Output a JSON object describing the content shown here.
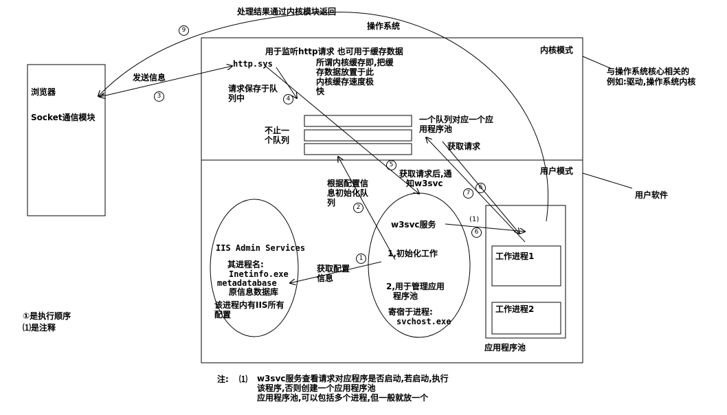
{
  "top_return_label": "处理结果通过内核模块返回",
  "os_title": "操作系统",
  "kernel_mode": "内核模式",
  "user_mode": "用户模式",
  "kernel_note": [
    "与操作系统核心相关的",
    "例如:驱动,操作系统内核"
  ],
  "user_note": "用户软件",
  "browser": {
    "title": "浏览器",
    "socket": "Socket通信模块"
  },
  "send_info": "发送信息",
  "http_listen": "用于监听http请求 也可用于缓存数据",
  "http_sys": "http.sys",
  "kernel_cache_note": [
    "所谓内核缓存即,把缓",
    "存数据放置于此",
    "内核缓存速度极",
    "快"
  ],
  "request_queue": [
    "请求保存于队",
    "列中"
  ],
  "multi_queue": [
    "不止一",
    "个队列"
  ],
  "queue_per_pool": [
    "一个队列对应一个应",
    "用程序池"
  ],
  "get_request": "获取请求",
  "after_get_notify": [
    "获取请求后,通",
    "知w3svc"
  ],
  "init_queue": [
    "根据配置信",
    "息初始化队",
    "列"
  ],
  "w3svc_service": "w3svc服务",
  "w3svc_tasks": {
    "init": "1,初始化工作",
    "manage": [
      "2,用于管理应用",
      "程序池"
    ],
    "host_label": "寄宿于进程:",
    "host_exe": "svchost.exe"
  },
  "get_config": [
    "获取配置",
    "信息"
  ],
  "iis_admin": {
    "title": "IIS Admin Services",
    "proc_label": "其进程名:",
    "proc_exe": "Inetinfo.exe",
    "metadata": "metadatabase",
    "meta_cn": "原信息数据库",
    "contains": [
      "该进程内有IIS所有",
      "配置"
    ]
  },
  "worker1": "工作进程1",
  "worker2": "工作进程2",
  "app_pool": "应用程序池",
  "legend": [
    "①是执行顺序",
    "⑴是注释"
  ],
  "footnote": {
    "prefix": "注:",
    "mark": "⑴",
    "lines": [
      "w3svc服务查看请求对应程序是否启动,若启动,执行",
      "该程序,否则创建一个应用程序池",
      "应用程序池,可以包括多个进程,但一般就放一个"
    ]
  },
  "step_numbers": {
    "s1": "1",
    "s2": "2",
    "s3": "3",
    "s4": "4",
    "s5": "5",
    "s6a": "6",
    "s6b": "6",
    "s7": "7",
    "s9": "9",
    "n1": "1"
  }
}
